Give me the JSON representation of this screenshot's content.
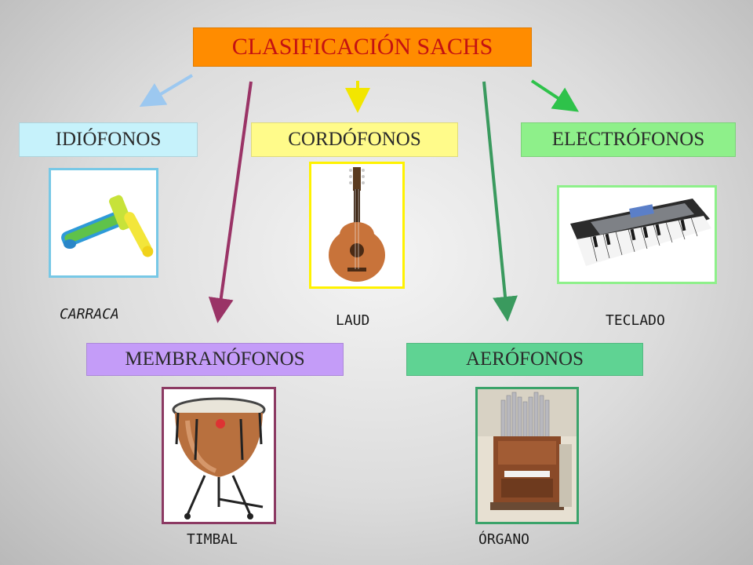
{
  "title": "CLASIFICACIÓN SACHS",
  "categories": {
    "idiofonos": {
      "label": "IDIÓFONOS",
      "example": "CARRACA"
    },
    "cordofonos": {
      "label": "CORDÓFONOS",
      "example": "LAUD"
    },
    "electrofonos": {
      "label": "ELECTRÓFONOS",
      "example": "TECLADO"
    },
    "membranofonos": {
      "label": "MEMBRANÓFONOS",
      "example": "TIMBAL"
    },
    "aerofonos": {
      "label": "AERÓFONOS",
      "example": "ÓRGANO"
    }
  },
  "colors": {
    "title_bg": "#ff8c00",
    "title_text": "#c41212",
    "idiofonos": "#c6f2fb",
    "cordofonos": "#fffb8a",
    "electrofonos": "#8ef08a",
    "membranofonos": "#c49cf8",
    "aerofonos": "#5fd393",
    "arrow_idiofonos": "#9cc8f0",
    "arrow_cordofonos": "#f2e600",
    "arrow_electrofonos": "#2ec24a",
    "arrow_membranofonos": "#9a3366",
    "arrow_aerofonos": "#3a9a5e"
  }
}
